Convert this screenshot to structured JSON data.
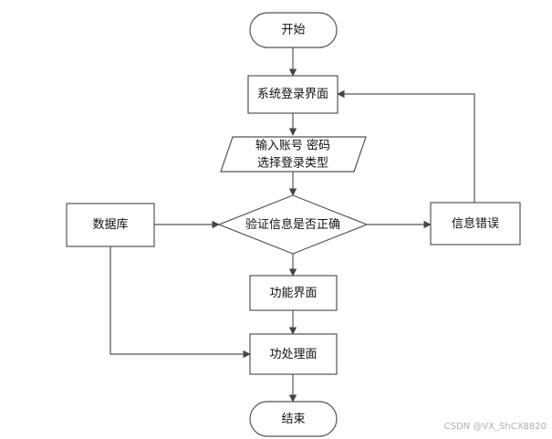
{
  "nodes": {
    "start": "开始",
    "login_ui": "系统登录界面",
    "input_line1": "输入账号 密码",
    "input_line2": "选择登录类型",
    "database": "数据库",
    "verify": "验证信息是否正确",
    "error": "信息错误",
    "function_ui": "功能界面",
    "process": "功处理面",
    "end": "结束"
  },
  "watermark": "CSDN @VX_ShCX8820",
  "colors": {
    "stroke": "#555555",
    "fill": "#ffffff",
    "text": "#111111"
  }
}
